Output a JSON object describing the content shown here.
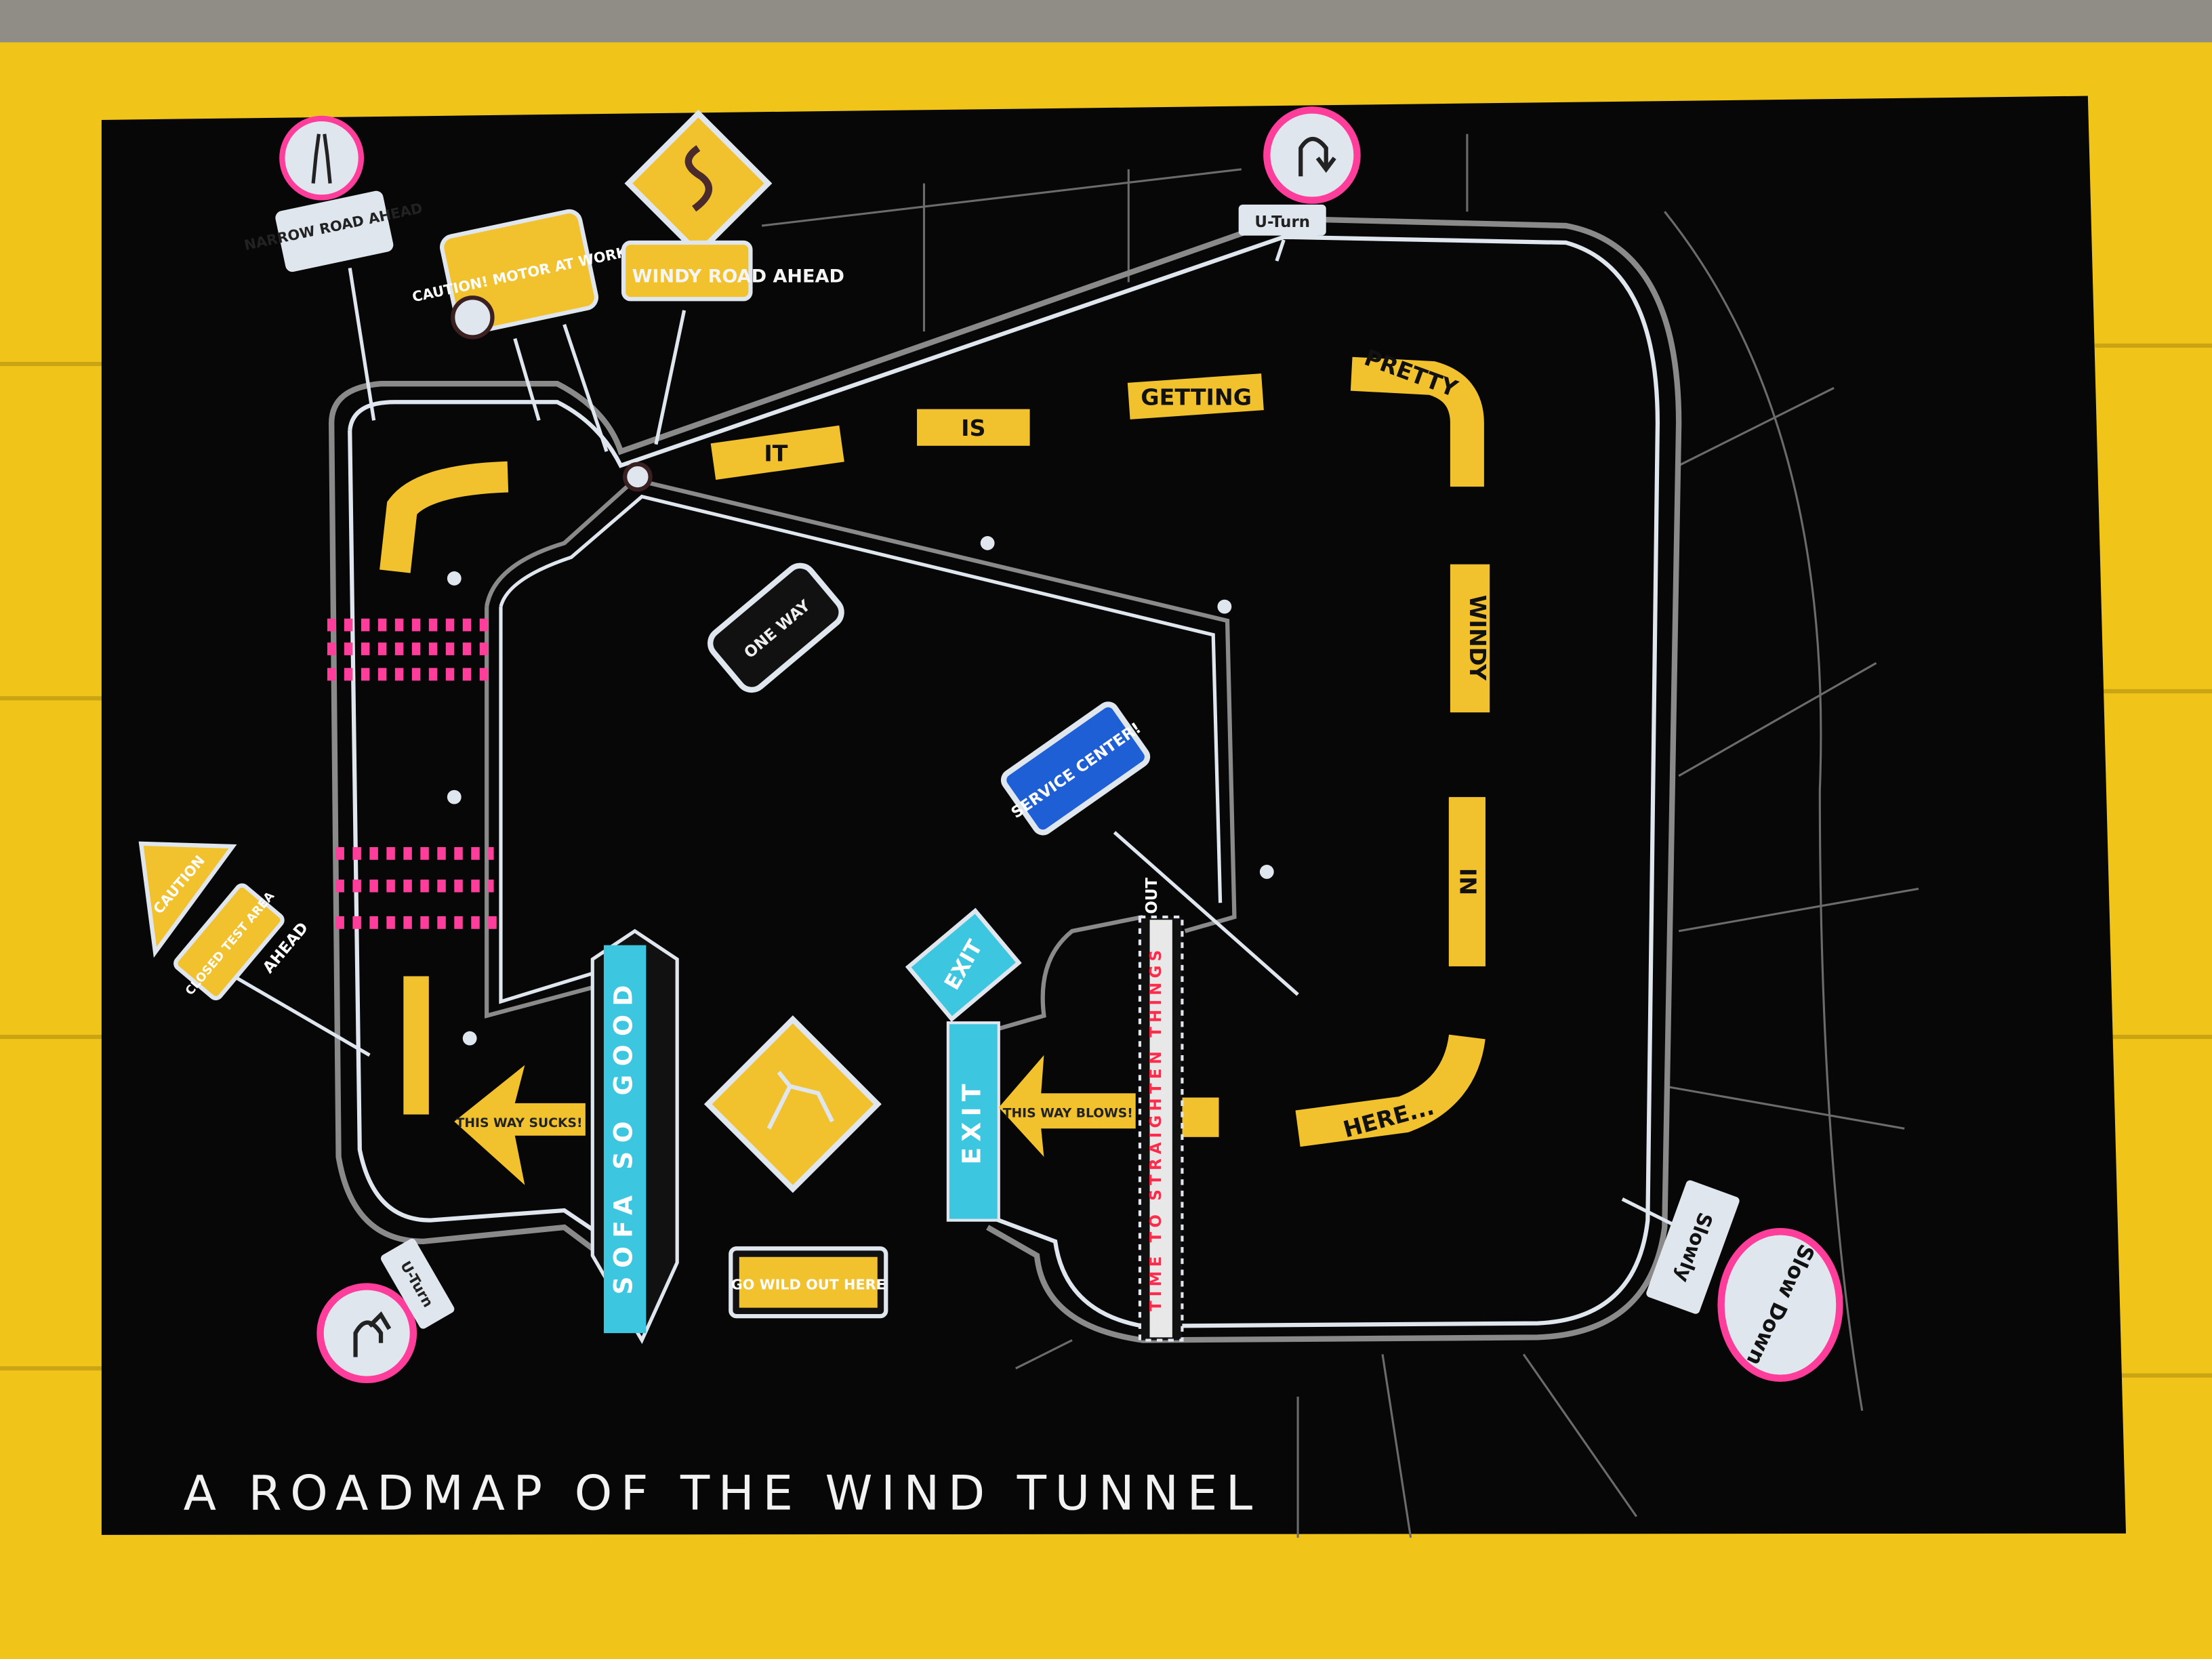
{
  "title": "A ROADMAP OF THE WIND TUNNEL",
  "road_message": [
    "IT",
    "IS",
    "GETTING",
    "PRETTY",
    "WINDY",
    "IN",
    "HERE..."
  ],
  "signs": {
    "narrow_road": "NARROW ROAD AHEAD",
    "caution_motor": "CAUTION! MOTOR AT WORK",
    "windy_road": "WINDY ROAD AHEAD",
    "u_turn_top": "U-Turn",
    "u_turn_bottom": "U-Turn",
    "one_way": "ONE WAY",
    "service_center": "SERVICE CENTER!",
    "caution_left": "CAUTION",
    "closed_test_area": "CLOSED TEST AREA",
    "ahead": "AHEAD",
    "this_way_sucks": "THIS WAY SUCKS!",
    "sofa_so_good": "SOFA SO GOOD",
    "go_wild": "GO WILD OUT HERE",
    "exit_top": "EXIT",
    "exit_post": "EXIT",
    "this_way_blows": "THIS WAY BLOWS!",
    "time_to_straighten": "TIME TO STRAIGHTEN THINGS",
    "out": "OUT",
    "slowly": "Slowly",
    "slow_down": "Slow Down"
  },
  "colors": {
    "mat": "#f0c419",
    "paper": "#070707",
    "chalk": "#dfe6ee",
    "marker_yellow": "#f2c12e",
    "pink": "#ff3d9a",
    "cyan": "#3cc6e0",
    "blue": "#1f5fd6"
  }
}
